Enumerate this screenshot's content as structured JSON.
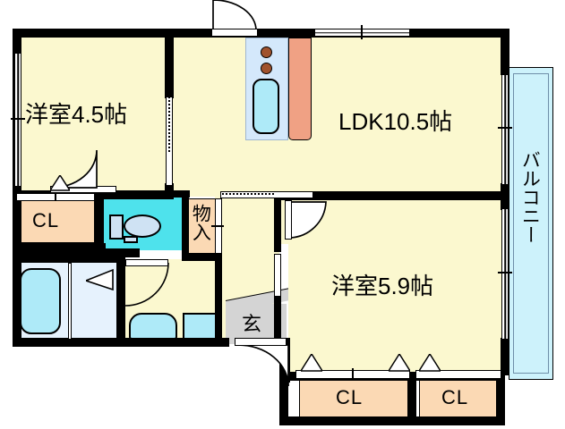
{
  "plan": {
    "type": "apartment-floor-plan",
    "layout_code": "2LDK",
    "rooms": [
      {
        "id": "washitsu_45",
        "label": "洋室4.5帖",
        "size_jo": 4.5,
        "kind": "western-room"
      },
      {
        "id": "ldk",
        "label": "LDK10.5帖",
        "size_jo": 10.5,
        "kind": "living-dining-kitchen"
      },
      {
        "id": "washitsu_59",
        "label": "洋室5.9帖",
        "size_jo": 5.9,
        "kind": "western-room"
      },
      {
        "id": "balcony",
        "label": "バルコニー",
        "kind": "balcony"
      },
      {
        "id": "genkan",
        "label": "玄",
        "kind": "entrance"
      },
      {
        "id": "monoire",
        "label": "物入",
        "kind": "storage"
      }
    ],
    "closets": [
      {
        "id": "cl_left",
        "label": "CL"
      },
      {
        "id": "cl_bottom_1",
        "label": "CL"
      },
      {
        "id": "cl_bottom_2",
        "label": "CL"
      }
    ],
    "colors": {
      "wall": "#000000",
      "room_floor": "#fbf8cf",
      "closet": "#fbd9b4",
      "toilet_floor": "#4ee2ec",
      "bath_floor": "#e6f2fd",
      "balcony": "#cdf2fb",
      "entrance": "#d4d4d4",
      "kitchen_counter": "#d4e8fb",
      "refrigerator": "#f0a184",
      "fixture_blue": "#aeeaf8",
      "burner": "#a0522d"
    },
    "fixtures": [
      {
        "id": "bathtub",
        "name": "bathtub"
      },
      {
        "id": "kitchen-sink",
        "name": "kitchen-sink"
      },
      {
        "id": "stove-burner-1",
        "name": "stove-burner"
      },
      {
        "id": "stove-burner-2",
        "name": "stove-burner"
      },
      {
        "id": "toilet",
        "name": "toilet"
      },
      {
        "id": "washbasin",
        "name": "washbasin"
      },
      {
        "id": "washing-machine",
        "name": "washing-machine-space"
      },
      {
        "id": "refrigerator",
        "name": "refrigerator-space"
      }
    ]
  }
}
